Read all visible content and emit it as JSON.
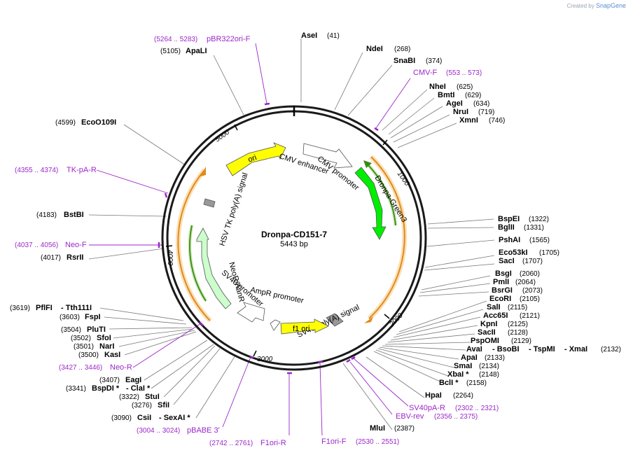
{
  "credit": {
    "created_by": "Created by",
    "brand": "SnapGene"
  },
  "plasmid": {
    "name": "Dronpa-CD151-7",
    "size": "5443 bp"
  },
  "ticks": [
    "1000",
    "2000",
    "3000",
    "4000",
    "5000"
  ],
  "features": {
    "ori": "ori",
    "cmv_enhancer": "CMV enhancer",
    "cmv_promoter": "CMV promoter",
    "dronpa": "Dronpa-Green3",
    "hsv_tk": "HSV TK poly(A) signal",
    "neor": "NeoR/KanR",
    "sv40_promoter": "SV40 promoter",
    "ampr_promoter": "AmpR promoter",
    "sv40_polya": "SV40 poly(A) signal",
    "f1_ori": "f1 ori"
  },
  "sites_right": [
    {
      "name": "AseI",
      "pos": "(41)"
    },
    {
      "name": "NdeI",
      "pos": "(268)"
    },
    {
      "name": "SnaBI",
      "pos": "(374)"
    },
    {
      "name": "NheI",
      "pos": "(625)"
    },
    {
      "name": "BmtI",
      "pos": "(629)"
    },
    {
      "name": "AgeI",
      "pos": "(634)"
    },
    {
      "name": "NruI",
      "pos": "(719)"
    },
    {
      "name": "XmnI",
      "pos": "(746)"
    },
    {
      "name": "BspEI",
      "pos": "(1322)"
    },
    {
      "name": "BglII",
      "pos": "(1331)"
    },
    {
      "name": "PshAI",
      "pos": "(1565)"
    },
    {
      "name": "Eco53kI",
      "pos": "(1705)"
    },
    {
      "name": "SacI",
      "pos": "(1707)"
    },
    {
      "name": "BsgI",
      "pos": "(2060)"
    },
    {
      "name": "PmlI",
      "pos": "(2064)"
    },
    {
      "name": "BsrGI",
      "pos": "(2073)"
    },
    {
      "name": "EcoRI",
      "pos": "(2105)"
    },
    {
      "name": "SalI",
      "pos": "(2115)"
    },
    {
      "name": "Acc65I",
      "pos": "(2121)"
    },
    {
      "name": "KpnI",
      "pos": "(2125)"
    },
    {
      "name": "SacII",
      "pos": "(2128)"
    },
    {
      "name": "PspOMI",
      "pos": "(2129)"
    },
    {
      "name": "AvaI",
      "pos": ""
    },
    {
      "name": "ApaI",
      "pos": "(2133)"
    },
    {
      "name": "SmaI",
      "pos": "(2134)"
    },
    {
      "name": "XbaI *",
      "pos": "(2148)"
    },
    {
      "name": "BclI *",
      "pos": "(2158)"
    },
    {
      "name": "HpaI",
      "pos": "(2264)"
    },
    {
      "name": "MluI",
      "pos": "(2387)"
    }
  ],
  "multi_site": {
    "a": "- BsoBI",
    "b": "- TspMI",
    "c": "- XmaI",
    "pos": "(2132)"
  },
  "sites_left": [
    {
      "name": "ApaLI",
      "pos": "(5105)"
    },
    {
      "name": "EcoO109I",
      "pos": "(4599)"
    },
    {
      "name": "BstBI",
      "pos": "(4183)"
    },
    {
      "name": "RsrII",
      "pos": "(4017)"
    },
    {
      "name": "PflFI",
      "pos": "(3619)",
      "extra": "- Tth111I"
    },
    {
      "name": "FspI",
      "pos": "(3603)"
    },
    {
      "name": "PluTI",
      "pos": "(3504)"
    },
    {
      "name": "SfoI",
      "pos": "(3502)"
    },
    {
      "name": "NarI",
      "pos": "(3501)"
    },
    {
      "name": "KasI",
      "pos": "(3500)"
    },
    {
      "name": "EagI",
      "pos": "(3407)"
    },
    {
      "name": "BspDI *",
      "pos": "(3341)",
      "extra": "- ClaI *"
    },
    {
      "name": "StuI",
      "pos": "(3322)"
    },
    {
      "name": "SfiI",
      "pos": "(3276)"
    },
    {
      "name": "CsiI",
      "pos": "(3090)",
      "extra": "- SexAI *"
    }
  ],
  "primers": [
    {
      "name": "pBR322ori-F",
      "range": "(5264 .. 5283)"
    },
    {
      "name": "CMV-F",
      "range": "(553 .. 573)"
    },
    {
      "name": "TK-pA-R",
      "range": "(4355 .. 4374)"
    },
    {
      "name": "Neo-F",
      "range": "(4037 .. 4056)"
    },
    {
      "name": "Neo-R",
      "range": "(3427 .. 3446)"
    },
    {
      "name": "pBABE 3'",
      "range": "(3004 .. 3024)"
    },
    {
      "name": "F1ori-R",
      "range": "(2742 .. 2761)"
    },
    {
      "name": "F1ori-F",
      "range": "(2530 .. 2551)"
    },
    {
      "name": "EBV-rev",
      "range": "(2356 .. 2375)"
    },
    {
      "name": "SV40pA-R",
      "range": "(2302 .. 2321)"
    }
  ],
  "colors": {
    "ring": "#1a1a1a",
    "primer": "#9b27c9",
    "ori": "#ffff00",
    "dronpa": "#00ee00",
    "neor": "#ccffcc",
    "orange": "#e08a1e",
    "line": "#777777"
  }
}
